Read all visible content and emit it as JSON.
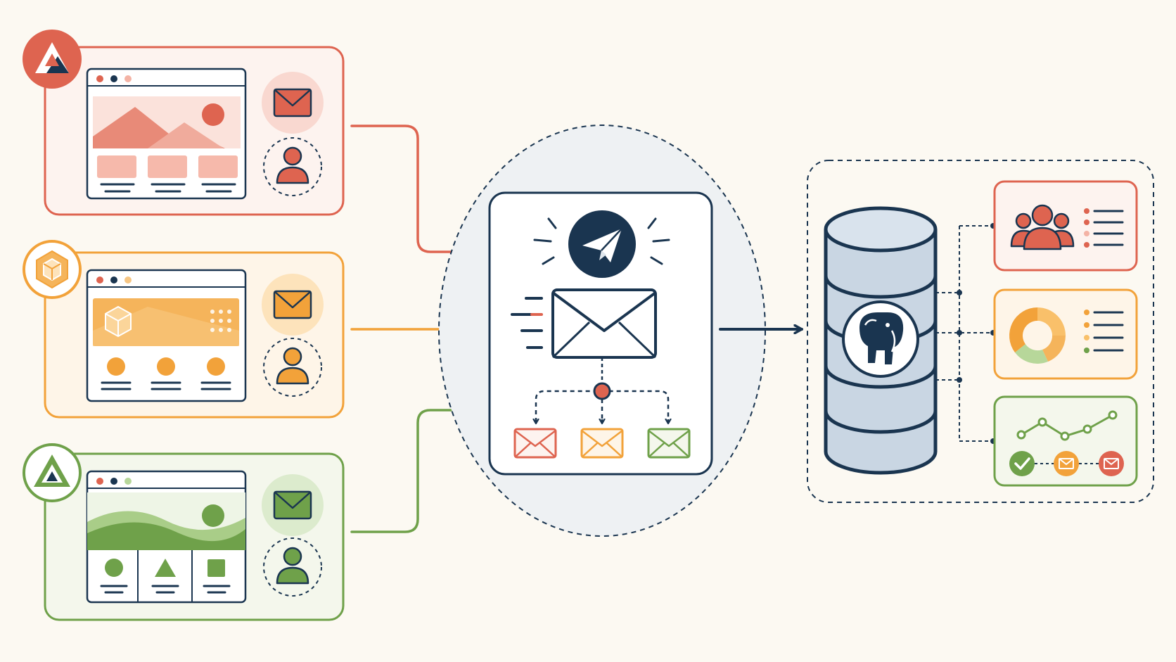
{
  "colors": {
    "background": "#fcf9f2",
    "navy": "#1a3550",
    "red": "#de6450",
    "red_light": "#f9d8d0",
    "orange": "#f2a23a",
    "orange_light": "#fde3bb",
    "green": "#6fa14a",
    "green_light": "#dcebcd",
    "hub_fill": "#eef1f3",
    "db_fill": "#c9d6e3"
  },
  "sources": [
    {
      "id": "source-red",
      "logo": "triangle-logo-icon",
      "color": "#de6450",
      "accent_light": "#f9d8d0",
      "mockup": "mountain-image-placeholder-icon"
    },
    {
      "id": "source-orange",
      "logo": "hexagon-cube-logo-icon",
      "color": "#f2a23a",
      "accent_light": "#fde3bb",
      "mockup": "cube-banner-icon"
    },
    {
      "id": "source-green",
      "logo": "nested-triangle-logo-icon",
      "color": "#6fa14a",
      "accent_light": "#dcebcd",
      "mockup": "wave-image-placeholder-icon"
    }
  ],
  "hub": {
    "icons": [
      "telegram-paper-plane-icon",
      "envelope-icon",
      "speed-lines-icon",
      "distribution-node-icon"
    ],
    "outputs": [
      "red-envelope-icon",
      "orange-envelope-icon",
      "green-envelope-icon"
    ]
  },
  "storage": {
    "database_icon": "postgresql-elephant-icon",
    "panels": [
      {
        "id": "users-panel",
        "icon": "user-group-icon",
        "color": "#de6450"
      },
      {
        "id": "stats-panel",
        "icon": "donut-chart-icon",
        "color": "#f2a23a"
      },
      {
        "id": "status-panel",
        "icon": "line-chart-icon",
        "color": "#6fa14a",
        "status_icons": [
          "check-icon",
          "envelope-icon",
          "envelope-icon"
        ]
      }
    ]
  }
}
